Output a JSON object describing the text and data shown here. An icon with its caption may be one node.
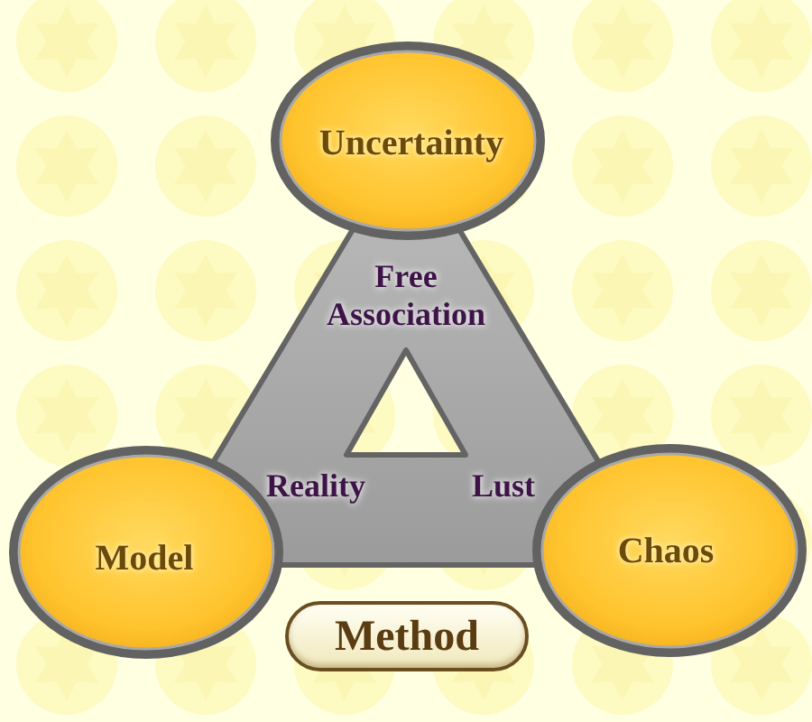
{
  "diagram": {
    "nodes": [
      {
        "text": [
          "Uncertainty"
        ]
      },
      {
        "text": [
          "Free Association",
          "Reality",
          "Lust"
        ]
      },
      {
        "text": [
          "Model"
        ]
      },
      {
        "text": [
          "Chaos"
        ]
      },
      {
        "text": [
          "Method"
        ]
      }
    ]
  }
}
